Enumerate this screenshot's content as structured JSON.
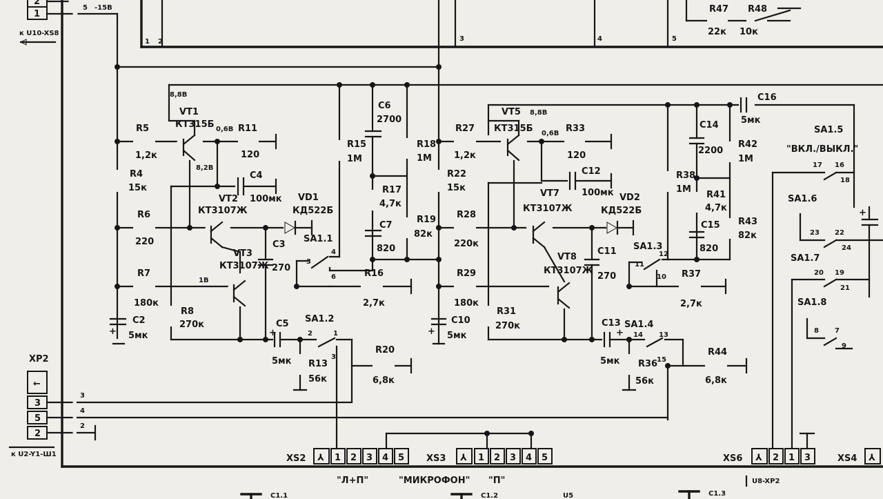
{
  "nets": {
    "supply_top": "5",
    "supply_label": "-15В",
    "pins_top": [
      "1",
      "2",
      "3",
      "4",
      "5"
    ],
    "conn_top_left": "к U10-XS8",
    "conn_bottom_left": "к U2-Y1-Ш1",
    "conn_bottom_right": "U8-XP2",
    "top_pin_1": "2",
    "top_pin_2": "1"
  },
  "xp2": {
    "name": "XP2",
    "pins": [
      "3",
      "5",
      "2"
    ],
    "ext": [
      "3",
      "4",
      "2"
    ]
  },
  "ch1": {
    "R5": {
      "ref": "R5",
      "val": "1,2к"
    },
    "R4": {
      "ref": "R4",
      "val": "15к"
    },
    "R6": {
      "ref": "R6",
      "val": "220"
    },
    "R7": {
      "ref": "R7",
      "val": "180к"
    },
    "R8": {
      "ref": "R8",
      "val": "270к"
    },
    "R11": {
      "ref": "R11",
      "val": "120"
    },
    "R13": {
      "ref": "R13",
      "val": "56к"
    },
    "R15": {
      "ref": "R15",
      "val": "1М"
    },
    "R16": {
      "ref": "R16",
      "val": "2,7к"
    },
    "R17": {
      "ref": "R17",
      "val": "4,7к"
    },
    "R18": {
      "ref": "R18",
      "val": "1М"
    },
    "R19": {
      "ref": "R19",
      "val": "82к"
    },
    "R20": {
      "ref": "R20",
      "val": "6,8к"
    },
    "C2": {
      "ref": "C2",
      "val": "5мк"
    },
    "C3": {
      "ref": "C3",
      "val": "270"
    },
    "C4": {
      "ref": "C4",
      "val": "100мк"
    },
    "C5": {
      "ref": "C5",
      "val": "5мк"
    },
    "C6": {
      "ref": "C6",
      "val": "2700"
    },
    "C7": {
      "ref": "C7",
      "val": "820"
    },
    "VT1": {
      "ref": "VT1",
      "type": "КТ315Б"
    },
    "VT2": {
      "ref": "VT2",
      "type": "КТ3107Ж"
    },
    "VT3": {
      "ref": "VT3",
      "type": "КТ3107Ж"
    },
    "VD1": {
      "ref": "VD1",
      "type": "КД522Б"
    },
    "v_c": "8,8В",
    "v_e": "0,6В",
    "v_b": "8,2В",
    "v_3": "1В",
    "SA11": {
      "ref": "SA1.1",
      "p": [
        "3",
        "4",
        "6"
      ]
    },
    "SA12": {
      "ref": "SA1.2",
      "p": [
        "2",
        "1",
        "3"
      ]
    }
  },
  "ch2": {
    "R22": {
      "ref": "R22",
      "val": "15к"
    },
    "R27": {
      "ref": "R27",
      "val": "1,2к"
    },
    "R28": {
      "ref": "R28",
      "val": "220к"
    },
    "R29": {
      "ref": "R29",
      "val": "180к"
    },
    "R31": {
      "ref": "R31",
      "val": "270к"
    },
    "R33": {
      "ref": "R33",
      "val": "120"
    },
    "R36": {
      "ref": "R36",
      "val": "56к"
    },
    "R37": {
      "ref": "R37",
      "val": "2,7к"
    },
    "R38": {
      "ref": "R38",
      "val": "1М"
    },
    "R41": {
      "ref": "R41",
      "val": "4,7к"
    },
    "R42": {
      "ref": "R42",
      "val": "1М"
    },
    "R43": {
      "ref": "R43",
      "val": "82к"
    },
    "R44": {
      "ref": "R44",
      "val": "6,8к"
    },
    "C10": {
      "ref": "C10",
      "val": "5мк"
    },
    "C11": {
      "ref": "C11",
      "val": "270"
    },
    "C12": {
      "ref": "C12",
      "val": "100мк"
    },
    "C13": {
      "ref": "C13",
      "val": "5мк"
    },
    "C14": {
      "ref": "C14",
      "val": "2200"
    },
    "C15": {
      "ref": "C15",
      "val": "820"
    },
    "C16": {
      "ref": "C16",
      "val": "5мк"
    },
    "VT5": {
      "ref": "VT5",
      "type": "КТ315Б"
    },
    "VT7": {
      "ref": "VT7",
      "type": "КТ3107Ж"
    },
    "VT8": {
      "ref": "VT8",
      "type": "КТ3107Ж"
    },
    "VD2": {
      "ref": "VD2",
      "type": "КД522Б"
    },
    "v_c": "8,8В",
    "v_e": "0,6В",
    "SA13": {
      "ref": "SA1.3",
      "p": [
        "11",
        "12",
        "10"
      ]
    },
    "SA14": {
      "ref": "SA1.4",
      "p": [
        "14",
        "13",
        "15"
      ]
    }
  },
  "top": {
    "R47": {
      "ref": "R47",
      "val": "22к"
    },
    "R48": {
      "ref": "R48",
      "val": "10к"
    }
  },
  "right": {
    "SA15": {
      "ref": "SA1.5",
      "p": [
        "17",
        "16",
        "18"
      ]
    },
    "onoff": "\"ВКЛ./ВЫКЛ.\"",
    "SA16": {
      "ref": "SA1.6",
      "p": [
        "23",
        "22",
        "24"
      ]
    },
    "SA17": {
      "ref": "SA1.7",
      "p": [
        "20",
        "19",
        "21"
      ]
    },
    "SA18": {
      "ref": "SA1.8",
      "p": [
        "8",
        "7",
        "9"
      ]
    }
  },
  "xs": {
    "XS2": {
      "name": "XS2",
      "pins": [
        "1",
        "2",
        "3",
        "4",
        "5"
      ],
      "caption": "\"Л+П\""
    },
    "XS3": {
      "name": "XS3",
      "pins": [
        "1",
        "2",
        "3",
        "4",
        "5"
      ],
      "caption": "\"МИКРОФОН\""
    },
    "XS3b": {
      "caption": "\"П\""
    },
    "XS6": {
      "name": "XS6",
      "pins": [
        "2",
        "1",
        "3"
      ]
    },
    "XS4": {
      "name": "XS4"
    }
  },
  "bottom": {
    "C11b": "C1.1",
    "C12b": "C1.2",
    "U5": "U5",
    "C13b": "C1.3"
  }
}
